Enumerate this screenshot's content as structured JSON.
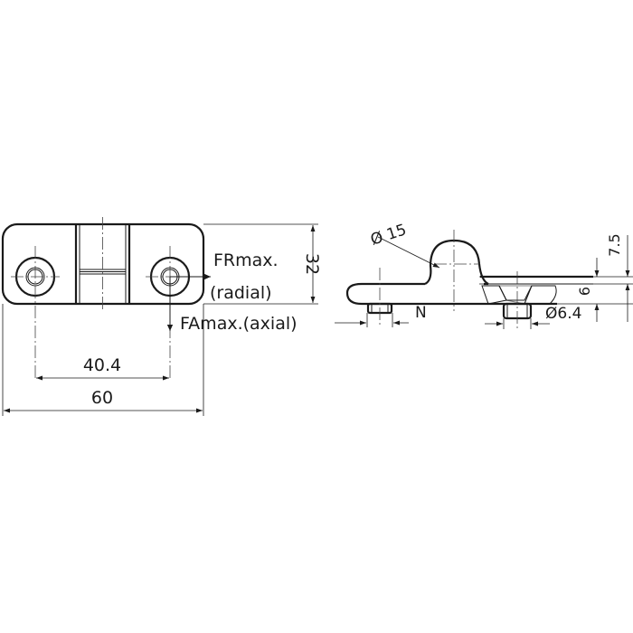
{
  "labels": {
    "fr_line1": "FRmax.",
    "fr_line2": "(radial)",
    "fa": "FAmax.(axial)",
    "dim_height": "32",
    "dim_holes": "40.4",
    "dim_width": "60",
    "dia_tube": "Ø 15",
    "dim_top": "7.5",
    "dim_thick": "6",
    "dim_n": "N",
    "dia_pin": "Ø6.4"
  }
}
